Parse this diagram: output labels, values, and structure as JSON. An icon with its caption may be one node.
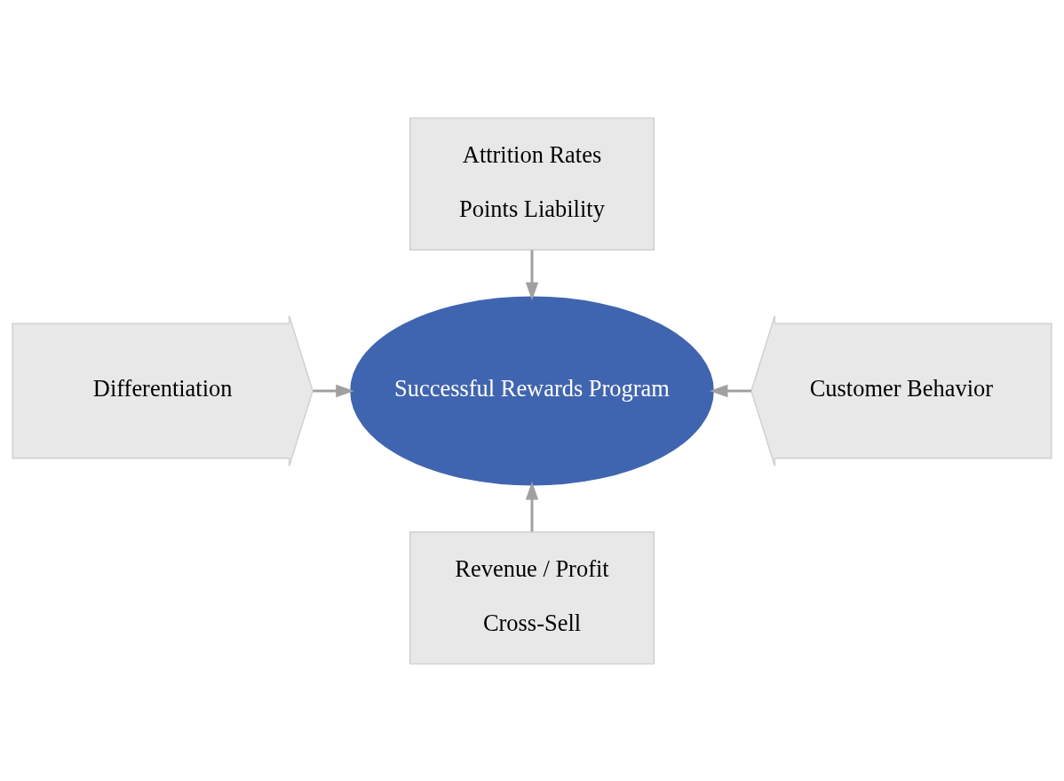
{
  "diagram": {
    "nodes": [
      {
        "text": [
          "Attrition Rates",
          "Points Liability"
        ]
      },
      {
        "text": [
          "Differentiation"
        ]
      },
      {
        "text": [
          "Successful Rewards Program"
        ]
      },
      {
        "text": [
          "Customer Behavior"
        ]
      },
      {
        "text": [
          "Revenue / Profit",
          "Cross-Sell"
        ]
      }
    ],
    "edges": [
      {
        "from": 0,
        "to": 2,
        "arrow": "to"
      },
      {
        "from": 1,
        "to": 2,
        "arrow": "to"
      },
      {
        "from": 3,
        "to": 2,
        "arrow": "to"
      },
      {
        "from": 4,
        "to": 2,
        "arrow": "to"
      }
    ]
  }
}
